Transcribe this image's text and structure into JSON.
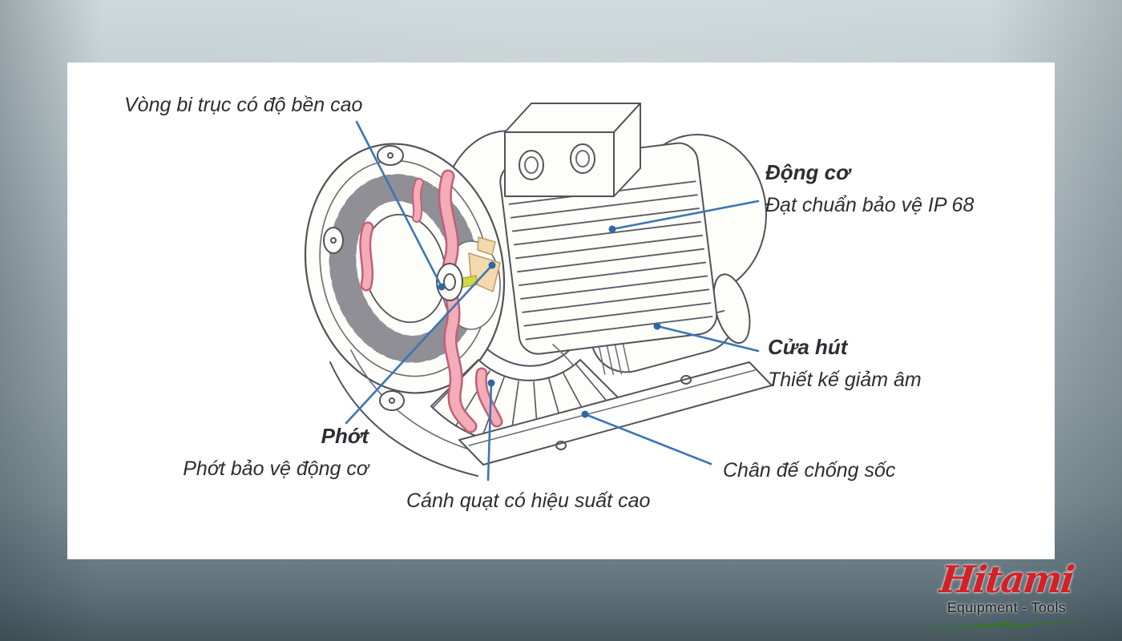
{
  "page": {
    "background_top": "#cfd9dc",
    "background_mid": "#97a7ac",
    "background_bottom": "#47585f",
    "card_background": "#ffffff"
  },
  "diagram": {
    "leader_color": "#3b76b3",
    "leader_dot_color": "#2e67a5",
    "line_art_color": "#52525a",
    "highlight_pink": "#f3acb8",
    "highlight_cream": "#f3d9ae",
    "highlight_yellow": "#d3d645",
    "labels": {
      "bearing": {
        "text": "Vòng bi trục có độ bền cao"
      },
      "motor": {
        "title": "Động cơ",
        "text": "Đạt chuẩn bảo vệ IP 68"
      },
      "inlet": {
        "title": "Cửa hút",
        "text": "Thiết kế giảm âm"
      },
      "seal": {
        "title": "Phớt",
        "text": "Phớt bảo vệ động cơ"
      },
      "impeller": {
        "text": "Cánh quạt có hiệu suất cao"
      },
      "base": {
        "text": "Chân đế chống sốc"
      }
    }
  },
  "logo": {
    "brand": "Hitami",
    "tagline": "Equipment - Tools",
    "brand_color": "#d42027",
    "tagline_color": "#181818",
    "bolt_color": "#2f7a1c"
  }
}
